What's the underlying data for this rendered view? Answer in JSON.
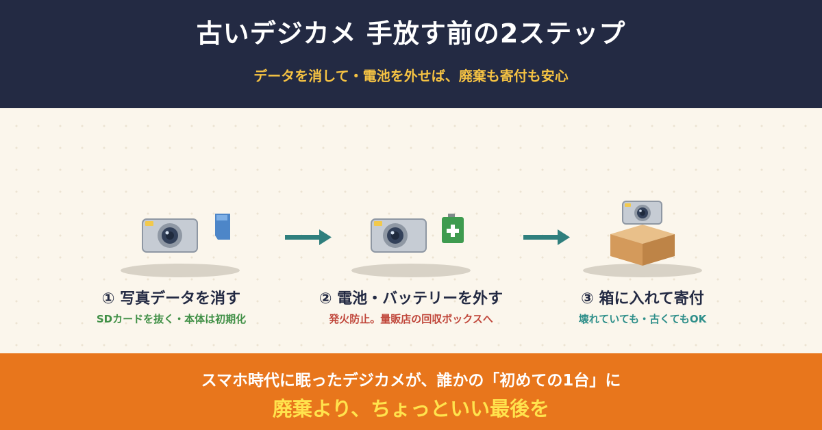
{
  "header": {
    "title": "古いデジカメ 手放す前の2ステップ",
    "subtitle": "データを消して・電池を外せば、廃棄も寄付も安心"
  },
  "steps": [
    {
      "title": "① 写真データを消す",
      "desc": "SDカードを抜く・本体は初期化",
      "desc_color": "#3f8f45",
      "icon": "camera-with-sd-card"
    },
    {
      "title": "② 電池・バッテリーを外す",
      "desc": "発火防止。量販店の回収ボックスへ",
      "desc_color": "#c0463a",
      "icon": "camera-with-battery"
    },
    {
      "title": "③ 箱に入れて寄付",
      "desc": "壊れていても・古くてもOK",
      "desc_color": "#2f8f8a",
      "icon": "camera-on-box"
    }
  ],
  "footer": {
    "line1": "スマホ時代に眠ったデジカメが、誰かの「初めての1台」に",
    "line2": "廃棄より、ちょっといい最後を"
  },
  "colors": {
    "header_bg": "#232a43",
    "accent_yellow": "#f6c343",
    "footer_bg": "#e8761c",
    "arrow": "#2f7f7d"
  }
}
